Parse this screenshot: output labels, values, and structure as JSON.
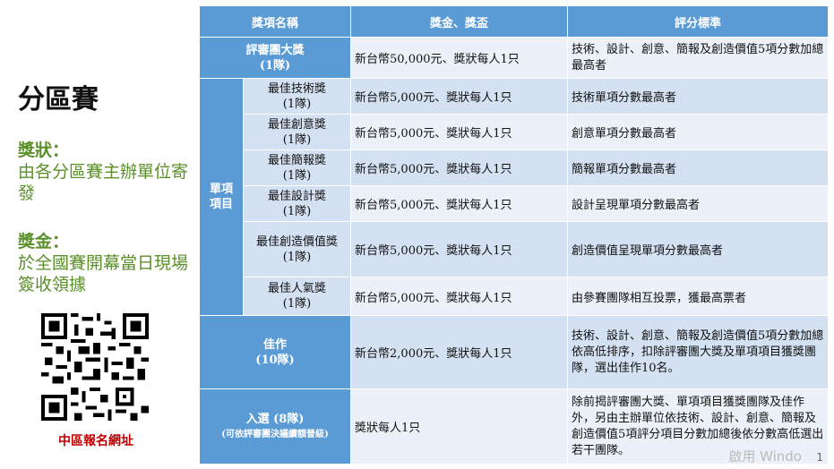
{
  "left": {
    "title": "分區賽",
    "award_label": "獎狀：",
    "award_text": "由各分區賽主辦單位寄發",
    "prize_label": "獎金：",
    "prize_text": "於全國賽開幕當日現場簽收領據",
    "qr_caption": "中區報名網址"
  },
  "table": {
    "headers": [
      "獎項名稱",
      "獎金、獎盃",
      "評分標準"
    ],
    "grand": {
      "name": "評審團大獎",
      "count": "(1隊)",
      "prize": "新台幣50,000元、獎狀每人1只",
      "criteria": "技術、設計、創意、簡報及創造價值5項分數加總最高者"
    },
    "single_group": "單項項目",
    "singles": [
      {
        "name": "最佳技術獎",
        "count": "(1隊)",
        "prize": "新台幣5,000元、獎狀每人1只",
        "criteria": "技術單項分數最高者"
      },
      {
        "name": "最佳創意獎",
        "count": "(1隊)",
        "prize": "新台幣5,000元、獎狀每人1只",
        "criteria": "創意單項分數最高者"
      },
      {
        "name": "最佳簡報獎",
        "count": "(1隊)",
        "prize": "新台幣5,000元、獎狀每人1只",
        "criteria": "簡報單項分數最高者"
      },
      {
        "name": "最佳設計獎",
        "count": "(1隊)",
        "prize": "新台幣5,000元、獎狀每人1只",
        "criteria": "設計呈現單項分數最高者"
      },
      {
        "name": "最佳創造價值獎",
        "count": "(1隊)",
        "prize": "新台幣5,000元、獎狀每人1只",
        "criteria": "創造價值呈現單項分數最高者"
      },
      {
        "name": "最佳人氣獎",
        "count": "(1隊)",
        "prize": "新台幣5,000元、獎狀每人1只",
        "criteria": "由參賽團隊相互投票，獲最高票者"
      }
    ],
    "merit": {
      "name": "佳作",
      "count": "(10隊)",
      "prize": "新台幣2,000元、獎狀每人1只",
      "criteria": "技術、設計、創意、簡報及創造價值5項分數加總依高低排序，扣除評審團大獎及單項項目獲獎團隊，選出佳作10名。"
    },
    "finalist": {
      "name": "入選 (8隊)",
      "note": "(可依評審團決議續額晉級)",
      "prize": "獎狀每人1只",
      "criteria": "除前揭評審團大獎、單項項目獲獎團隊及佳作外，另由主辦單位依技術、設計、創意、簡報及創造價值5項評分項目分數加總後依分數高低選出若干團隊。"
    }
  },
  "watermark": "啟用 Windo",
  "page_number": "1"
}
